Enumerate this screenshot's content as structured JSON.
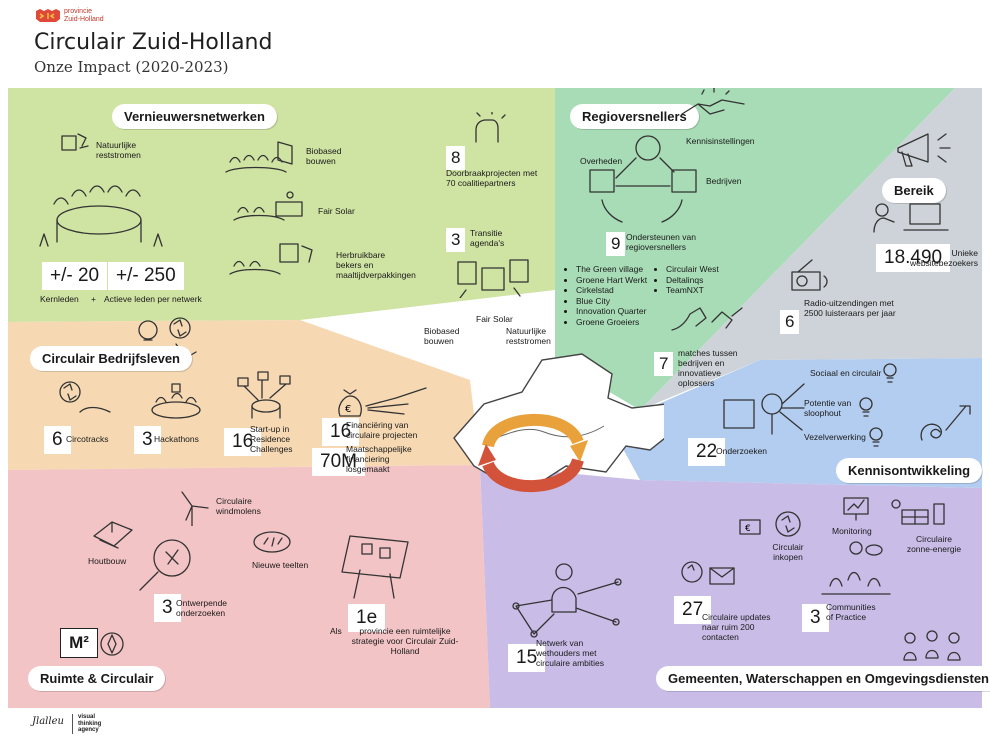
{
  "header": {
    "province_line1": "provincie",
    "province_line2": "Zuid-Holland",
    "title": "Circulair Zuid-Holland",
    "subtitle": "Onze Impact (2020-2023)"
  },
  "colors": {
    "green": "#cfe3a3",
    "mint": "#a8dcb6",
    "grey": "#cdd3d8",
    "blue": "#b3cdf0",
    "peach": "#f6d9b3",
    "pink": "#f3c4c6",
    "lavender": "#c9bde8",
    "arrow_orange": "#e9a23b",
    "arrow_red": "#d2523a"
  },
  "vernieuwers": {
    "title": "Vernieuwersnetwerken",
    "natural_streams": "Natuurlijke reststromen",
    "kernleden_num": "+/- 20",
    "actief_num": "+/- 250",
    "kernleden_label": "Kernleden",
    "plus": "+",
    "actief_label": "Actieve leden per netwerk",
    "biobased": "Biobased bouwen",
    "fairsolar": "Fair Solar",
    "herbruikbare": "Herbruikbare bekers en maaltijdverpakkingen",
    "doorbraak_num": "8",
    "doorbraak_label": "Doorbraakprojecten met 70 coalitiepartners",
    "transitie_num": "3",
    "transitie_label": "Transitie agenda's",
    "agenda_fair_solar": "Fair Solar",
    "agenda_biobased": "Biobased bouwen",
    "agenda_natuurlijke": "Natuurlijke reststromen"
  },
  "regio": {
    "title": "Regioversnellers",
    "overheden": "Overheden",
    "kennisinstellingen": "Kennisinstellingen",
    "bedrijven": "Bedrijven",
    "ondersteunen_num": "9",
    "ondersteunen_label": "Ondersteunen van regioversnellers",
    "list_left": [
      "The Green village",
      "Groene Hart Werkt",
      "Cirkelstad",
      "Blue City",
      "Innovation Quarter",
      "Groene Groeiers"
    ],
    "list_right": [
      "Circulair West",
      "Deltalinqs",
      "TeamNXT"
    ],
    "matches_num": "7",
    "matches_label": "matches tussen bedrijven en innovatieve oplossers"
  },
  "bereik": {
    "title": "Bereik",
    "visitors_num": "18.490",
    "visitors_label": "Unieke websitebezoekers",
    "radio_num": "6",
    "radio_label": "Radio-uitzendingen met 2500 luisteraars per jaar"
  },
  "kennis": {
    "title": "Kennisontwikkeling",
    "topics": [
      "Sociaal en circulair",
      "Potentie van sloophout",
      "Vezelverwerking"
    ],
    "onderzoeken_num": "22",
    "onderzoeken_label": "Onderzoeken"
  },
  "bedrijfsleven": {
    "title": "Circulair Bedrijfsleven",
    "circotracks_num": "6",
    "circotracks_label": "Circotracks",
    "hackathons_num": "3",
    "hackathons_label": "Hackathons",
    "startup_num": "16",
    "startup_label": "Start-up in Residence Challenges",
    "financiering_num": "16",
    "financiering_label": "Financiëring van circulaire projecten",
    "maatschappelijk_num": "70M",
    "maatschappelijk_label": "Maatschappelijke financiering losgemaakt"
  },
  "ruimte": {
    "title": "Ruimte & Circulair",
    "windmolens": "Circulaire windmolens",
    "houtbouw": "Houtbouw",
    "teelten": "Nieuwe teelten",
    "ontwerpende_num": "3",
    "ontwerpende_label": "Ontwerpende onderzoeken",
    "strategie_num": "1e",
    "strategie_label_pre": "Als",
    "strategie_label": "provincie een ruimtelijke strategie voor Circulair Zuid-Holland",
    "m2": "M²"
  },
  "gemeenten": {
    "title": "Gemeenten, Waterschappen en Omgevingsdiensten",
    "inkopen": "Circulair inkopen",
    "monitoring": "Monitoring",
    "zonne": "Circulaire zonne-energie",
    "updates_num": "27",
    "updates_label": "Circulaire updates naar ruim 200 contacten",
    "communities_num": "3",
    "communities_label": "Communities of Practice",
    "netwerk_num": "15",
    "netwerk_label": "Netwerk van wethouders met circulaire ambities"
  },
  "footer": {
    "logo": "Jlalleu",
    "agency": [
      "visual",
      "thinking",
      "agency"
    ]
  },
  "icons": [
    "crest-icon",
    "hands-icon",
    "megaphone-icon",
    "laptop-icon",
    "radio-icon",
    "plug-icon",
    "magnifier-icon",
    "lightbulb-icon",
    "moneybag-icon",
    "windmill-icon",
    "compass-icon",
    "envelope-icon",
    "recycle-arrow-icon",
    "province-map-icon"
  ]
}
